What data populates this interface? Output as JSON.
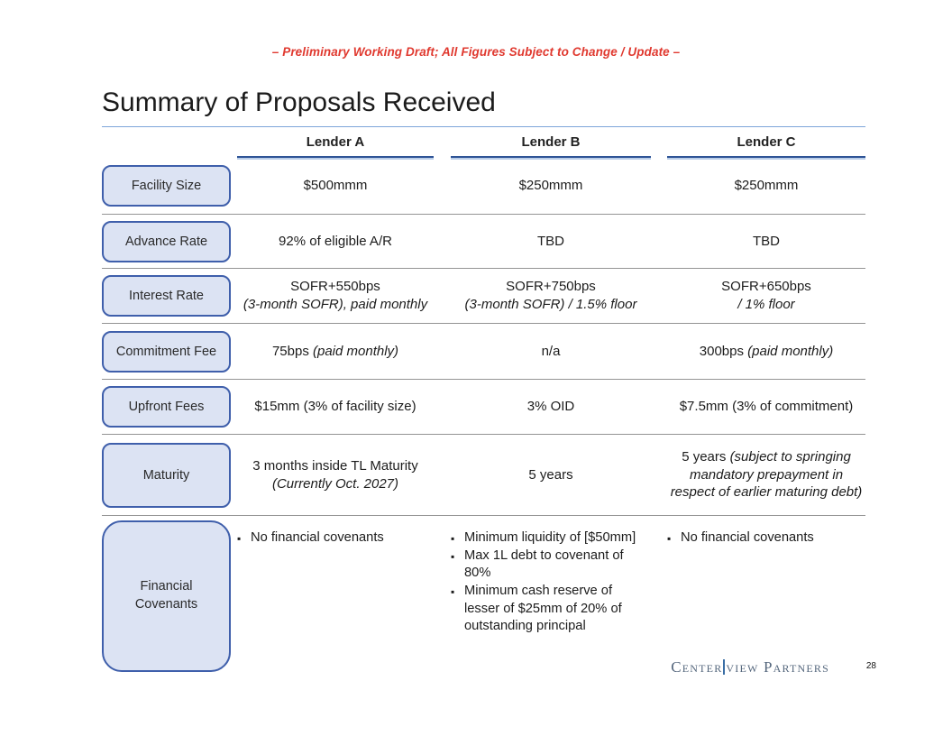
{
  "disclaimer": "– Preliminary Working Draft; All Figures Subject to Change / Update –",
  "title": "Summary of Proposals Received",
  "table": {
    "headers": [
      "Lender A",
      "Lender B",
      "Lender C"
    ],
    "rows": [
      {
        "label": "Facility Size",
        "cells": [
          {
            "main": "$500mmm"
          },
          {
            "main": "$250mmm"
          },
          {
            "main": "$250mmm"
          }
        ]
      },
      {
        "label": "Advance Rate",
        "cells": [
          {
            "main": "92% of eligible A/R"
          },
          {
            "main": "TBD"
          },
          {
            "main": "TBD"
          }
        ]
      },
      {
        "label": "Interest Rate",
        "cells": [
          {
            "main": "SOFR+550bps",
            "note": "(3-month SOFR), paid monthly"
          },
          {
            "main": "SOFR+750bps",
            "note": "(3-month SOFR) / 1.5% floor"
          },
          {
            "main": "SOFR+650bps",
            "note": "/ 1% floor"
          }
        ]
      },
      {
        "label": "Commitment Fee",
        "cells": [
          {
            "main": "75bps",
            "note_inline": "(paid monthly)"
          },
          {
            "main": "n/a"
          },
          {
            "main": "300bps",
            "note_inline": "(paid monthly)"
          }
        ]
      },
      {
        "label": "Upfront Fees",
        "cells": [
          {
            "main": "$15mm (3% of facility size)"
          },
          {
            "main": "3% OID"
          },
          {
            "main": "$7.5mm (3% of commitment)"
          }
        ]
      },
      {
        "label": "Maturity",
        "cells": [
          {
            "main": "3 months inside TL Maturity",
            "note": "(Currently Oct. 2027)"
          },
          {
            "main": "5 years"
          },
          {
            "main": "5 years",
            "note_inline": "(subject to springing mandatory prepayment in respect of earlier maturing debt)"
          }
        ]
      },
      {
        "label": "Financial Covenants",
        "cells": [
          {
            "bullets": [
              "No financial covenants"
            ]
          },
          {
            "bullets": [
              "Minimum liquidity of [$50mm]",
              "Max 1L debt to covenant of 80%",
              "Minimum cash reserve of lesser of $25mm of 20% of outstanding principal"
            ]
          },
          {
            "bullets": [
              "No financial covenants"
            ]
          }
        ]
      }
    ]
  },
  "footer": {
    "brand_part1": "Center",
    "brand_part2": "view",
    "brand_part3": "Partners",
    "page_number": "28"
  },
  "colors": {
    "accent_red": "#e0392f",
    "header_underline": "#2e5496",
    "header_underline_light": "#b9cde8",
    "title_underline": "#7da6d9",
    "label_box_fill": "#dce3f3",
    "label_box_border": "#3f5fab",
    "row_divider": "#949494",
    "logo_text": "#55677d",
    "logo_bar": "#3a6ea5"
  }
}
